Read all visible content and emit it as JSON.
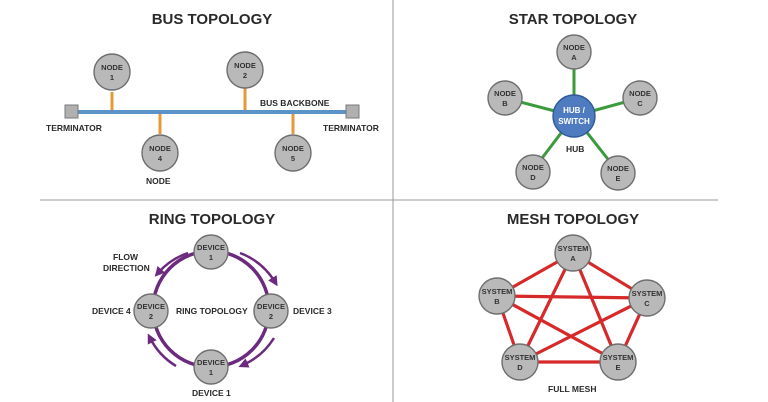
{
  "colors": {
    "node_fill": "#b9b9b9",
    "bus_backbone": "#5b93c8",
    "bus_drop": "#e49a3a",
    "star_link": "#3b9a3b",
    "hub_fill": "#4f7cc0",
    "ring_arrow": "#6b2a7e",
    "mesh_link": "#d62a2a",
    "terminator": "#b0b0b0"
  },
  "bus": {
    "title": "BUS TOPOLOGY",
    "backbone_label": "BUS BACKBONE",
    "terminator_left": "TERMINATOR",
    "terminator_right": "TERMINATOR",
    "node_caption": "NODE",
    "nodes": [
      {
        "l1": "NODE",
        "l2": "1"
      },
      {
        "l1": "NODE",
        "l2": "2"
      },
      {
        "l1": "NODE",
        "l2": "4"
      },
      {
        "l1": "NODE",
        "l2": "5"
      }
    ]
  },
  "star": {
    "title": "STAR TOPOLOGY",
    "hub_l1": "HUB /",
    "hub_l2": "SWITCH",
    "hub_caption": "HUB",
    "nodes": [
      {
        "l1": "NODE",
        "l2": "A"
      },
      {
        "l1": "NODE",
        "l2": "B"
      },
      {
        "l1": "NODE",
        "l2": "C"
      },
      {
        "l1": "NODE",
        "l2": "D"
      },
      {
        "l1": "NODE",
        "l2": "E"
      }
    ]
  },
  "ring": {
    "title": "RING TOPOLOGY",
    "flow_l1": "FLOW",
    "flow_l2": "DIRECTION",
    "center_label": "RING TOPOLOGY",
    "label_left": "DEVICE 4",
    "label_right": "DEVICE 3",
    "label_bottom": "DEVICE 1",
    "nodes": [
      {
        "l1": "DEVICE",
        "l2": "1"
      },
      {
        "l1": "DEVICE",
        "l2": "2"
      },
      {
        "l1": "DEVICE",
        "l2": "2"
      },
      {
        "l1": "DEVICE",
        "l2": "1"
      }
    ]
  },
  "mesh": {
    "title": "MESH TOPOLOGY",
    "caption": "FULL MESH",
    "nodes": [
      {
        "l1": "SYSTEM",
        "l2": "A"
      },
      {
        "l1": "SYSTEM",
        "l2": "B"
      },
      {
        "l1": "SYSTEM",
        "l2": "C"
      },
      {
        "l1": "SYSTEM",
        "l2": "D"
      },
      {
        "l1": "SYSTEM",
        "l2": "E"
      }
    ]
  }
}
